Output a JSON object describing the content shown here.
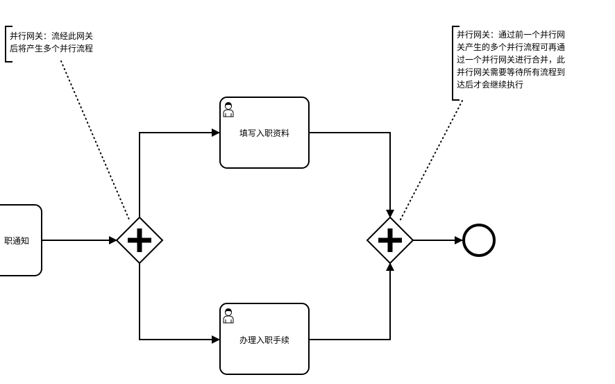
{
  "diagram": {
    "tasks": {
      "left_partial": {
        "label": "职通知"
      },
      "fill_info": {
        "label": "填写入职资料"
      },
      "process_onboarding": {
        "label": "办理入职手续"
      }
    },
    "annotations": {
      "split_gateway_note": {
        "lines": [
          "并行网关：流经此网关",
          "后将产生多个并行流程"
        ]
      },
      "join_gateway_note": {
        "lines": [
          "并行网关：通过前一个并行网",
          "关产生的多个并行流程可再通",
          "过一个并行网关进行合并，此",
          "并行网关需要等待所有流程到",
          "达后才会继续执行"
        ]
      }
    },
    "icons": {
      "user_task": "user-icon",
      "gateway": "parallel-gateway-plus-icon",
      "end_event": "end-event-circle-icon"
    },
    "colors": {
      "stroke": "#000000",
      "background": "#ffffff"
    }
  }
}
